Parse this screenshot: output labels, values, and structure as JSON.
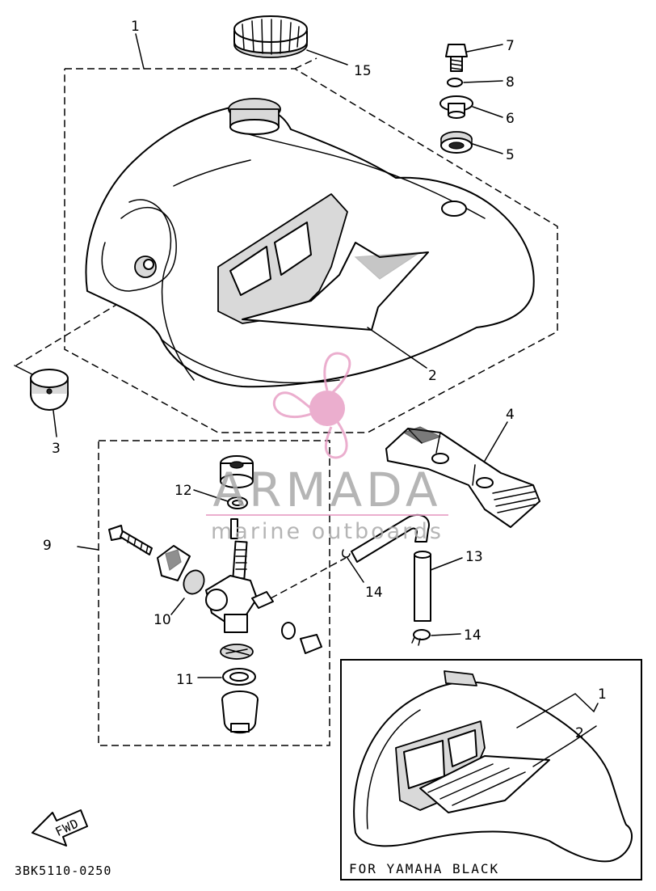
{
  "callouts": {
    "c1": "1",
    "c2": "2",
    "c3": "3",
    "c4": "4",
    "c5": "5",
    "c6": "6",
    "c7": "7",
    "c8": "8",
    "c9": "9",
    "c10": "10",
    "c11": "11",
    "c12": "12",
    "c13": "13",
    "c14a": "14",
    "c14b": "14",
    "c15": "15",
    "inset1": "1",
    "inset2": "2"
  },
  "diagram_code": "3BK5110-0250",
  "fwd_label": "FWD",
  "inset_caption": "FOR YAMAHA BLACK",
  "watermark": {
    "brand": "ARMADA",
    "tagline": "marine outboards",
    "color": "#e79ac3"
  }
}
